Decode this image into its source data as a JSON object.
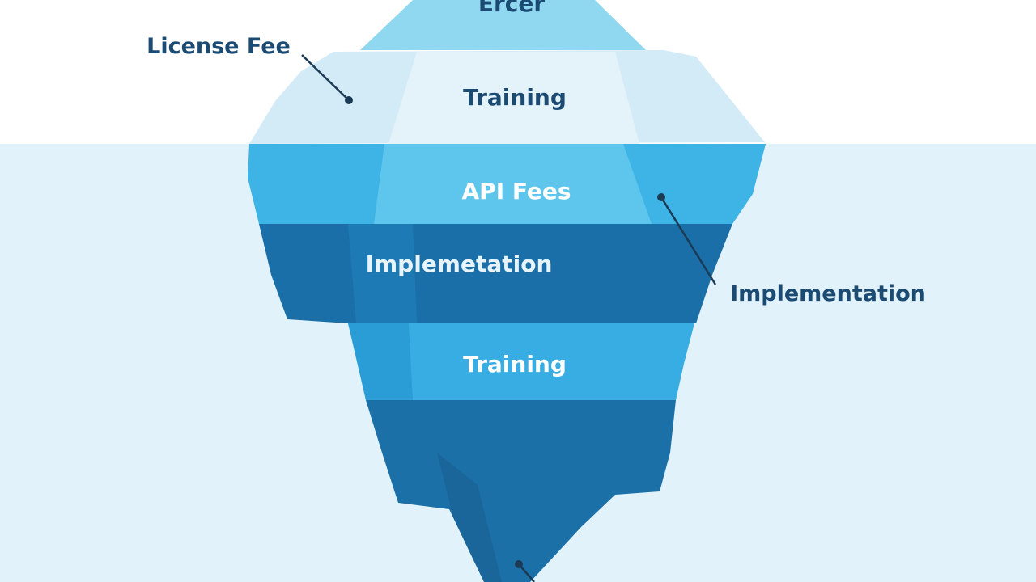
{
  "iceberg": {
    "layers": [
      {
        "label": "Ercer",
        "color": "#8fd8f0",
        "text_color": "#1b4a73"
      },
      {
        "label": "Training",
        "color": "#d3ebf7",
        "text_color": "#1b4a73"
      },
      {
        "label": "API Fees",
        "color": "#3db3e6",
        "text_color": "#ffffff"
      },
      {
        "label": "Implemetation",
        "color": "#1a6fa8",
        "text_color": "#e8f4fb"
      },
      {
        "label": "Training",
        "color": "#38ade4",
        "text_color": "#ffffff"
      },
      {
        "label": "",
        "color": "#1b70a8"
      }
    ]
  },
  "callouts": {
    "left": "License Fee",
    "right": "Implementation"
  },
  "colors": {
    "water": "#e1f2fb",
    "sky": "#ffffff",
    "ink": "#1b4a73"
  }
}
